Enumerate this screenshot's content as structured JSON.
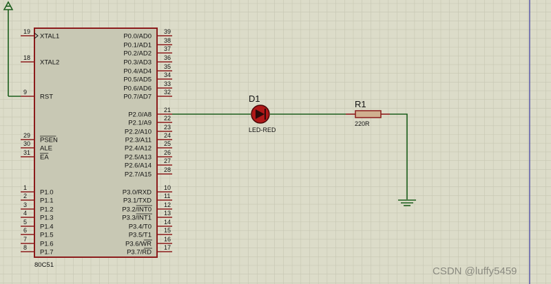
{
  "chip": {
    "part_name": "80C51",
    "left_pins": [
      {
        "num": "19",
        "name": "XTAL1"
      },
      {
        "num": "18",
        "name": "XTAL2"
      },
      {
        "num": "9",
        "name": "RST"
      },
      {
        "num": "29",
        "name": "PSEN"
      },
      {
        "num": "30",
        "name": "ALE"
      },
      {
        "num": "31",
        "name": "EA"
      },
      {
        "num": "1",
        "name": "P1.0"
      },
      {
        "num": "2",
        "name": "P1.1"
      },
      {
        "num": "3",
        "name": "P1.2"
      },
      {
        "num": "4",
        "name": "P1.3"
      },
      {
        "num": "5",
        "name": "P1.4"
      },
      {
        "num": "6",
        "name": "P1.5"
      },
      {
        "num": "7",
        "name": "P1.6"
      },
      {
        "num": "8",
        "name": "P1.7"
      }
    ],
    "right_pins": [
      {
        "num": "39",
        "name": "P0.0/AD0"
      },
      {
        "num": "38",
        "name": "P0.1/AD1"
      },
      {
        "num": "37",
        "name": "P0.2/AD2"
      },
      {
        "num": "36",
        "name": "P0.3/AD3"
      },
      {
        "num": "35",
        "name": "P0.4/AD4"
      },
      {
        "num": "34",
        "name": "P0.5/AD5"
      },
      {
        "num": "33",
        "name": "P0.6/AD6"
      },
      {
        "num": "32",
        "name": "P0.7/AD7"
      },
      {
        "num": "21",
        "name": "P2.0/A8"
      },
      {
        "num": "22",
        "name": "P2.1/A9"
      },
      {
        "num": "23",
        "name": "P2.2/A10"
      },
      {
        "num": "24",
        "name": "P2.3/A11"
      },
      {
        "num": "25",
        "name": "P2.4/A12"
      },
      {
        "num": "26",
        "name": "P2.5/A13"
      },
      {
        "num": "27",
        "name": "P2.6/A14"
      },
      {
        "num": "28",
        "name": "P2.7/A15"
      },
      {
        "num": "10",
        "name": "P3.0/RXD"
      },
      {
        "num": "11",
        "name": "P3.1/TXD"
      },
      {
        "num": "12",
        "name": "P3.2/INT0"
      },
      {
        "num": "13",
        "name": "P3.3/INT1"
      },
      {
        "num": "14",
        "name": "P3.4/T0"
      },
      {
        "num": "15",
        "name": "P3.5/T1"
      },
      {
        "num": "16",
        "name": "P3.6/WR"
      },
      {
        "num": "17",
        "name": "P3.7/RD"
      }
    ]
  },
  "led": {
    "ref": "D1",
    "value": "LED-RED"
  },
  "resistor": {
    "ref": "R1",
    "value": "220R"
  },
  "watermark": "CSDN @luffy5459",
  "colors": {
    "background": "#dcdcc9",
    "grid": "#c6c6b2",
    "chip_fill": "#c8c8b4",
    "chip_outline": "#8b1a1a",
    "pin": "#8b1a1a",
    "wire": "#1a5c1a",
    "led_fill": "#b01818",
    "resistor_fill": "#d0b090",
    "border": "#3a3aa0"
  }
}
